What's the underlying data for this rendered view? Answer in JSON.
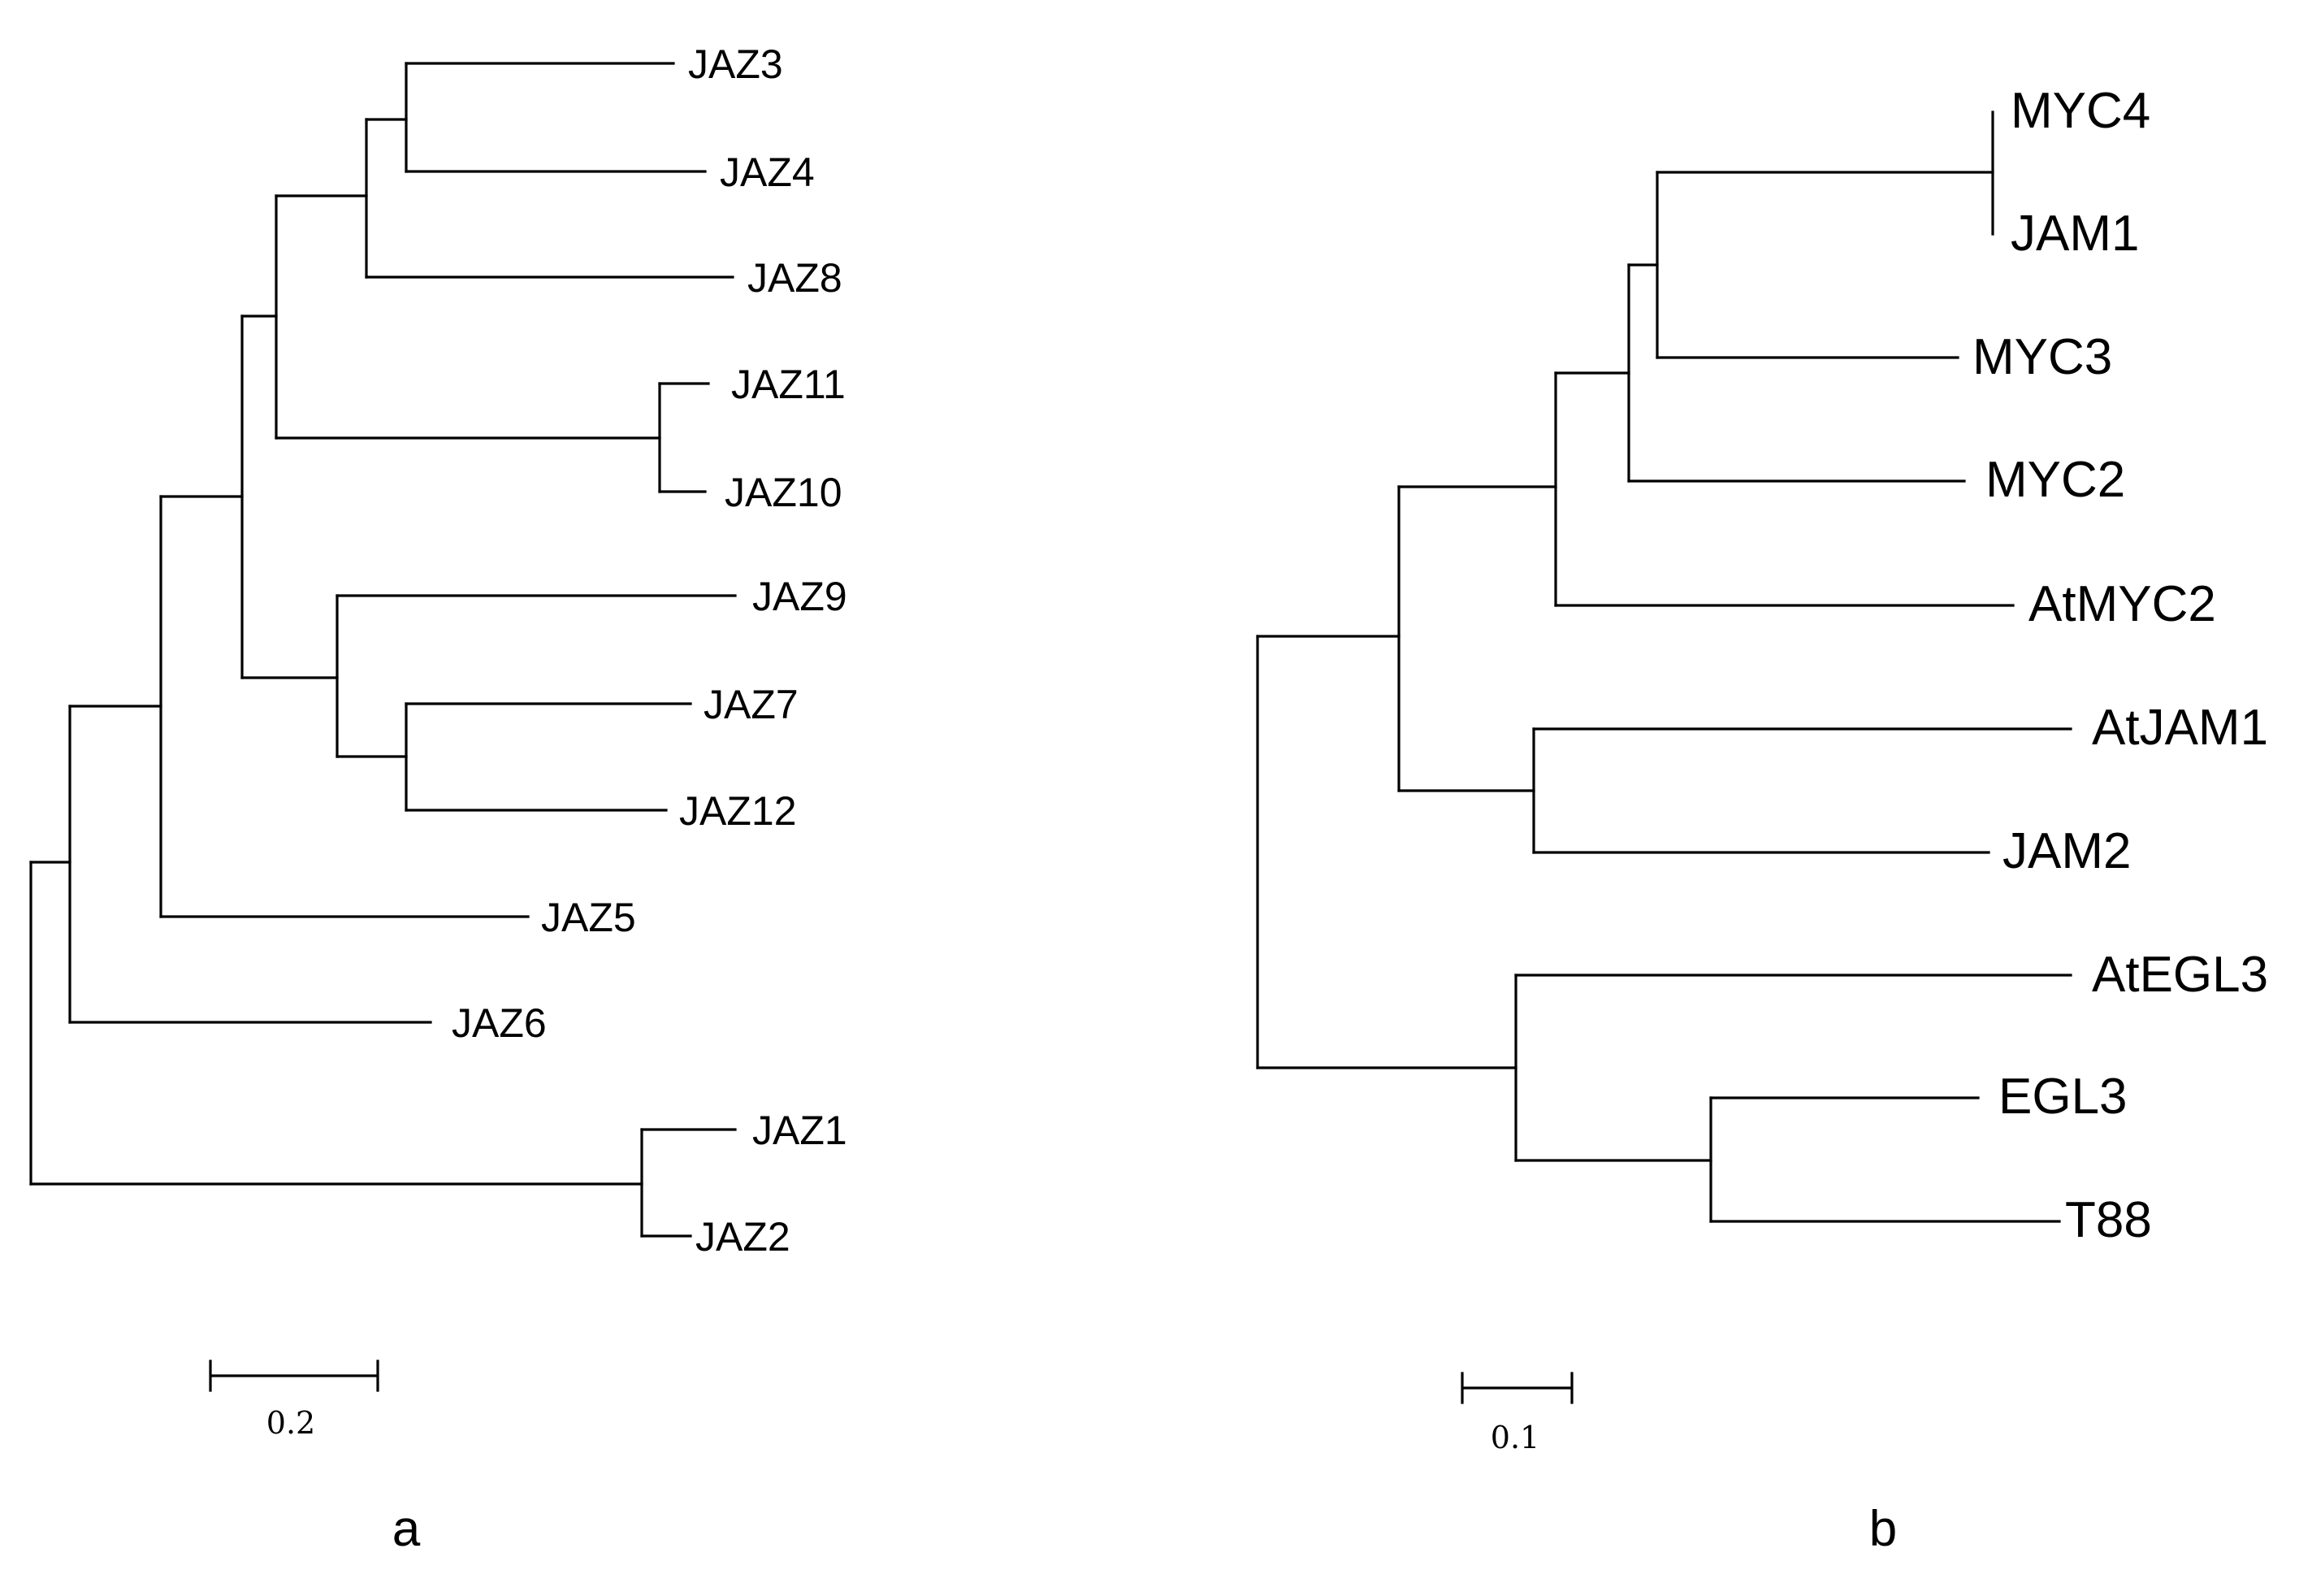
{
  "panel_a": {
    "label": "a",
    "scale_bar_label": "0.2",
    "leaves": [
      "JAZ3",
      "JAZ4",
      "JAZ8",
      "JAZ11",
      "JAZ10",
      "JAZ9",
      "JAZ7",
      "JAZ12",
      "JAZ5",
      "JAZ6",
      "JAZ1",
      "JAZ2"
    ]
  },
  "panel_b": {
    "label": "b",
    "scale_bar_label": "0.1",
    "leaves": [
      "MYC4",
      "JAM1",
      "MYC3",
      "MYC2",
      "AtMYC2",
      "AtJAM1",
      "JAM2",
      "AtEGL3",
      "EGL3",
      "T88"
    ]
  }
}
